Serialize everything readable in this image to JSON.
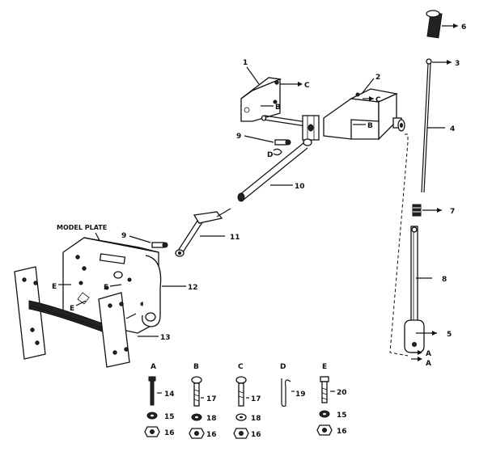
{
  "callouts": {
    "n1": "1",
    "n2": "2",
    "n3": "3",
    "n4": "4",
    "n5": "5",
    "n6": "6",
    "n7": "7",
    "n8": "8",
    "n9a": "9",
    "n9b": "9",
    "n10": "10",
    "n11": "11",
    "n12": "12",
    "n13": "13"
  },
  "letter_tags": {
    "c1": "C",
    "b1": "B",
    "c2": "C",
    "b2": "B",
    "d": "D",
    "e1": "E",
    "e2": "E",
    "e3": "E",
    "e4": "E",
    "a1": "A",
    "a2": "A"
  },
  "model_plate": "MODEL PLATE",
  "hardware_legend": [
    {
      "letter": "A",
      "part": "14",
      "washer": "15",
      "nut": "16"
    },
    {
      "letter": "B",
      "part": "17",
      "washer": "18",
      "nut": "16"
    },
    {
      "letter": "C",
      "part": "17",
      "washer": "18",
      "nut": "16"
    },
    {
      "letter": "D",
      "part": "19"
    },
    {
      "letter": "E",
      "part": "20",
      "washer": "15",
      "nut": "16"
    }
  ]
}
